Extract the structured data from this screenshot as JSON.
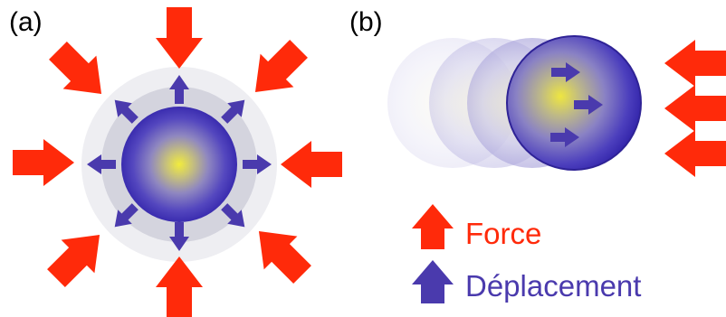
{
  "panels": {
    "a": {
      "label": "(a)"
    },
    "b": {
      "label": "(b)"
    }
  },
  "legend": {
    "items": [
      {
        "text": "Force",
        "color": "#ff2a0a"
      },
      {
        "text": "Déplacement",
        "color": "#4a3aad"
      }
    ]
  },
  "colors": {
    "force": "#ff2a0a",
    "displacement": "#4a3aad",
    "sphere_center": "#e8e23a",
    "sphere_edge": "#3d2fb0"
  }
}
